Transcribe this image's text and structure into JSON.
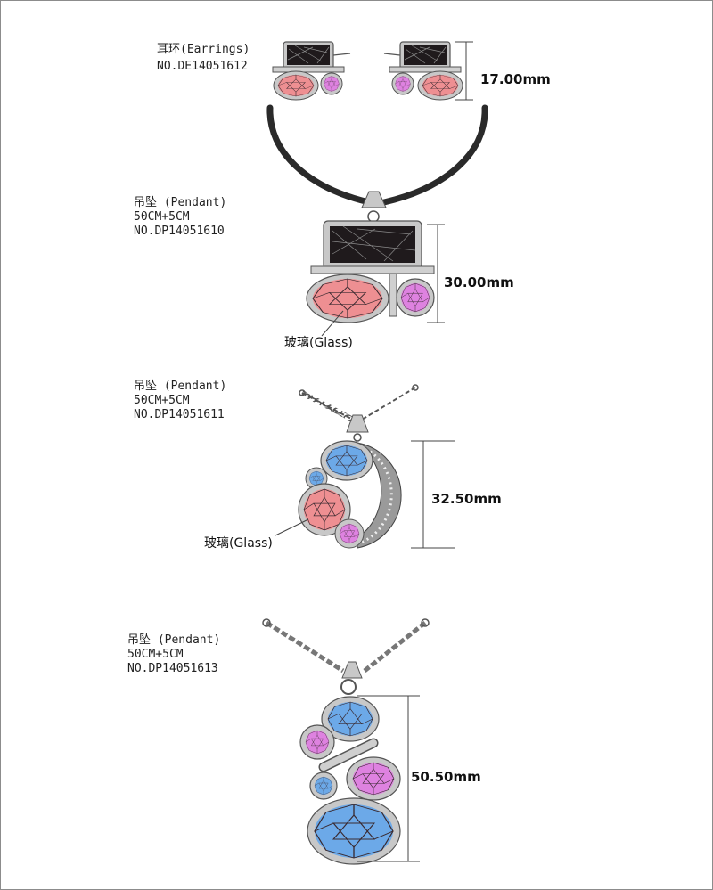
{
  "earrings": {
    "title": "耳环(Earrings)",
    "number": "NO.DE14051612",
    "dimension": "17.00mm"
  },
  "pendant_1": {
    "title": "吊坠 (Pendant)",
    "length": "50CM+5CM",
    "number": "NO.DP14051610",
    "dimension": "30.00mm",
    "callout": "玻璃(Glass)"
  },
  "pendant_2": {
    "title": "吊坠 (Pendant)",
    "length": "50CM+5CM",
    "number": "NO.DP14051611",
    "dimension": "32.50mm",
    "callout": "玻璃(Glass)"
  },
  "pendant_3": {
    "title": "吊坠 (Pendant)",
    "length": "50CM+5CM",
    "number": "NO.DP14051613",
    "dimension": "50.50mm"
  },
  "colors": {
    "black_stone": "#1f1a1c",
    "pink_stone": "#ee8f92",
    "violet_stone": "#de82e0",
    "blue_stone": "#6ca9e8",
    "metal": "#c8c8c8",
    "metal_dark": "#6e6e6e",
    "cord": "#2a2a2a"
  }
}
